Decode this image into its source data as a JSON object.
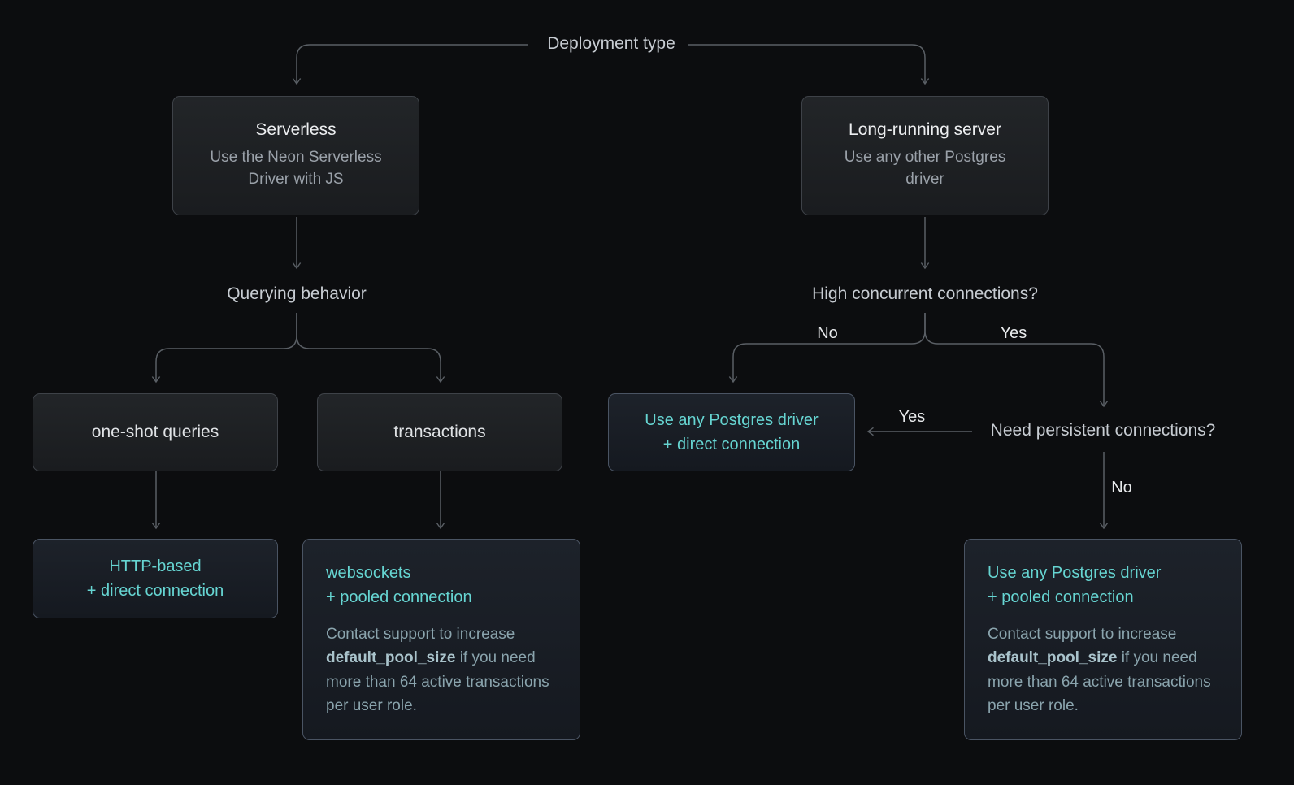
{
  "diagram": {
    "root_label": "Deployment type",
    "serverless": {
      "title": "Serverless",
      "subtitle": "Use the Neon Serverless Driver with JS"
    },
    "long_running": {
      "title": "Long-running server",
      "subtitle": "Use any other Postgres driver"
    },
    "querying_label": "Querying behavior",
    "concurrency_label": "High concurrent connections?",
    "persistent_label": "Need persistent connections?",
    "one_shot": {
      "label": "one-shot queries"
    },
    "transactions": {
      "label": "transactions"
    },
    "http_based": {
      "line1": "HTTP-based",
      "line2": "+ direct connection"
    },
    "websockets": {
      "line1": "websockets",
      "line2": "+ pooled connection",
      "note_pre": "Contact support to increase ",
      "note_bold": "default_pool_size",
      "note_post": " if you need more than 64 active transactions per user role."
    },
    "direct_driver": {
      "line1": "Use any Postgres driver",
      "line2": "+ direct connection"
    },
    "pooled_driver": {
      "line1": "Use any Postgres driver",
      "line2": "+ pooled connection",
      "note_pre": "Contact support to increase ",
      "note_bold": "default_pool_size",
      "note_post": " if you need more than 64 active transactions per user role."
    },
    "edge_labels": {
      "no_left": "No",
      "yes_right": "Yes",
      "yes_back": "Yes",
      "no_down": "No"
    }
  },
  "colors": {
    "background": "#0c0d0f",
    "box-bg-top": "#222528",
    "box-bg-bottom": "#1a1c1f",
    "box-border": "#3e4248",
    "accent-box-bg-top": "#1d222a",
    "accent-box-bg-bottom": "#151920",
    "accent-box-border": "#4a5463",
    "title-text": "#eceef0",
    "subtitle-text": "#9aa1a9",
    "label-text": "#c7ccd2",
    "node-text": "#dfe2e5",
    "teal-text": "#66d5d2",
    "note-text": "#8aa4ad",
    "note-bold-text": "#a9c3cb",
    "edge-line": "#5a5f65",
    "edge-label-text": "#e8eaec"
  }
}
